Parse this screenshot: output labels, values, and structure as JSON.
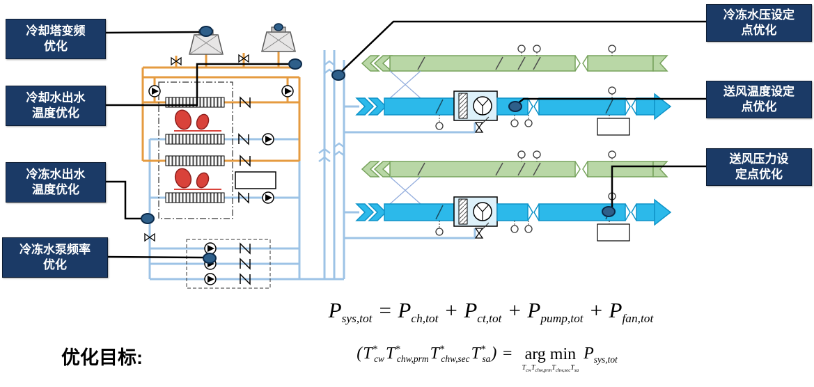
{
  "callouts": {
    "left": [
      {
        "label": "冷却塔变频\n优化"
      },
      {
        "label": "冷却水出水\n温度优化"
      },
      {
        "label": "冷冻水出水\n温度优化"
      },
      {
        "label": "冷冻水泵频率\n优化"
      }
    ],
    "right": [
      {
        "label": "冷冻水压设定\n点优化"
      },
      {
        "label": "送风温度设定\n点优化"
      },
      {
        "label": "送风压力设\n定点优化"
      }
    ]
  },
  "objective_label": "优化目标:",
  "equations": {
    "eq1": {
      "t1": {
        "base": "P",
        "sub": "sys,tot"
      },
      "op1": "=",
      "t2": {
        "base": "P",
        "sub": "ch,tot"
      },
      "op2": "+",
      "t3": {
        "base": "P",
        "sub": "ct,tot"
      },
      "op3": "+",
      "t4": {
        "base": "P",
        "sub": "pump,tot"
      },
      "op4": "+",
      "t5": {
        "base": "P",
        "sub": "fan,tot"
      }
    },
    "eq2": {
      "open": "(",
      "t1": {
        "base": "T",
        "sup": "*",
        "sub": "cw"
      },
      "t2": {
        "base": "T",
        "sup": "*",
        "sub": "chw,prm"
      },
      "t3": {
        "base": "T",
        "sup": "*",
        "sub": "chw,sec"
      },
      "t4": {
        "base": "T",
        "sup": "*",
        "sub": "sa"
      },
      "close": ")",
      "op": "=",
      "argmin": "arg min",
      "under": [
        {
          "base": "T",
          "sub": "cw"
        },
        {
          "base": "T",
          "sub": "chw,prm"
        },
        {
          "base": "T",
          "sub": "chw,sec"
        },
        {
          "base": "T",
          "sub": "sa"
        }
      ],
      "result": {
        "base": "P",
        "sub": "sys,tot"
      }
    }
  },
  "colors": {
    "callout_bg": "#1B3A66",
    "callout_text": "#FFFFFF",
    "condenser_pipe": "#E59B40",
    "chilled_pipe": "#9DC3E6",
    "supply_duct": "#2CB9EA",
    "return_duct": "#B9D7A6",
    "compressor_red": "#D9423A",
    "marker_fill": "#2E5F8A"
  }
}
